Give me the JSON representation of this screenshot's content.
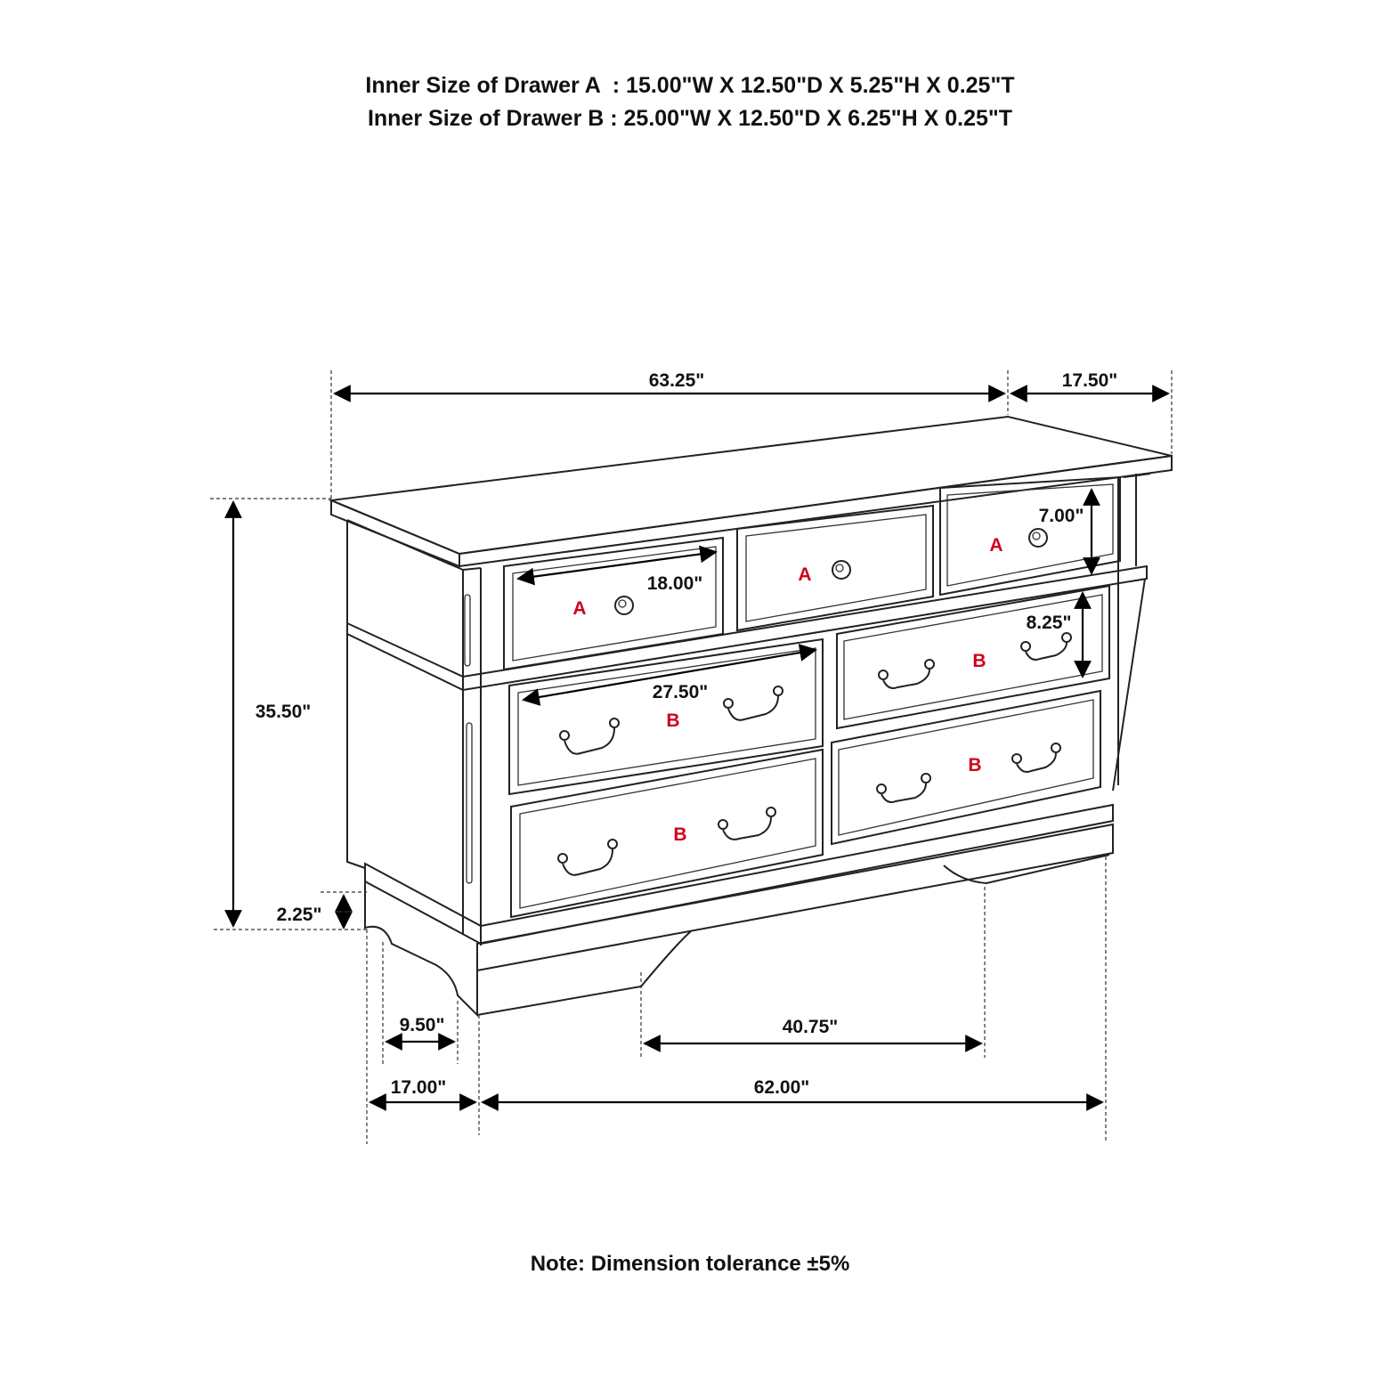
{
  "header": {
    "drawer_a_spec": "Inner Size of Drawer A  : 15.00\"W X 12.50\"D X 5.25\"H X 0.25\"T",
    "drawer_b_spec": "Inner Size of Drawer B : 25.00\"W X 12.50\"D X 6.25\"H X 0.25\"T"
  },
  "dimensions": {
    "overall_width": "63.25\"",
    "overall_depth": "17.50\"",
    "overall_height": "35.50\"",
    "base_height": "2.25\"",
    "top_drawer_height": "7.00\"",
    "drawer_b_height": "8.25\"",
    "top_drawer_width": "18.00\"",
    "drawer_b_width": "27.50\"",
    "leg_depth": "9.50\"",
    "side_depth": "17.00\"",
    "leg_span": "40.75\"",
    "base_width": "62.00\""
  },
  "drawer_labels": {
    "a": "A",
    "b": "B"
  },
  "colors": {
    "drawer_label": "#d0021b",
    "outline": "#222222",
    "text": "#111111"
  },
  "footer": {
    "note": "Note: Dimension tolerance ±5%"
  }
}
